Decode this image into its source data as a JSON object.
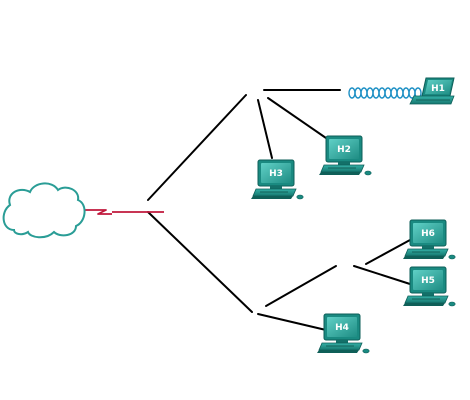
{
  "diagram": {
    "colors": {
      "link": "#000000",
      "serial": "#c0183c",
      "wireless": "#1c8fc4",
      "cloud_stroke": "#2a9d96",
      "device_light": "#3fbab0",
      "device_dark": "#147a72",
      "device_mid": "#23998f"
    },
    "hosts": [
      {
        "id": "h1",
        "label": "H1",
        "icon": "laptop-icon"
      },
      {
        "id": "h2",
        "label": "H2",
        "icon": "desktop-pc-icon"
      },
      {
        "id": "h3",
        "label": "H3",
        "icon": "desktop-pc-icon"
      },
      {
        "id": "h4",
        "label": "H4",
        "icon": "desktop-pc-icon"
      },
      {
        "id": "h5",
        "label": "H5",
        "icon": "desktop-pc-icon"
      },
      {
        "id": "h6",
        "label": "H6",
        "icon": "desktop-pc-icon"
      }
    ],
    "cloud_icon": "cloud-icon",
    "serial_icon": "serial-link-icon",
    "wireless_icon": "wireless-link-icon"
  }
}
